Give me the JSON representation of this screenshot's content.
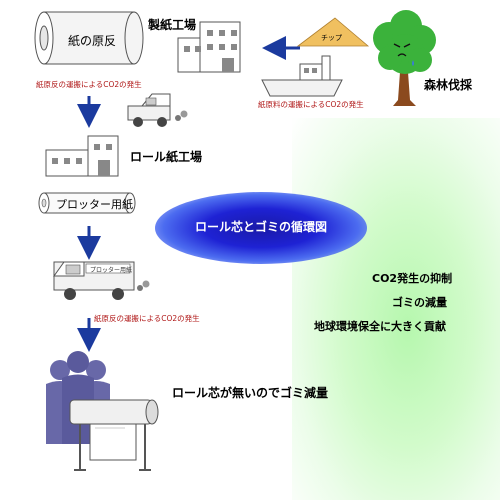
{
  "labels": {
    "raw_paper": "紙の原反",
    "paper_factory": "製紙工場",
    "chip": "チップ",
    "logging": "森林伐採",
    "transport_raw_paper": "紙原反の運搬によるCO2の発生",
    "transport_raw_material": "紙原料の運搬によるCO2の発生",
    "roll_paper_factory": "ロール紙工場",
    "plotter_paper": "プロッター用紙",
    "truck_cargo": "プロッター用紙",
    "transport_paper": "紙原反の運搬によるCO2の発生",
    "no_core": "ロール芯が無いのでゴミ減量"
  },
  "center": {
    "title": "ロール芯とゴミの循環図"
  },
  "benefits": {
    "co2": "CO2発生の抑制",
    "waste": "ゴミの減量",
    "environment": "地球環境保全に大きく貢献"
  },
  "colors": {
    "arrow": "#1b3a9e",
    "red_text": "#b01818",
    "glow_blue": "#1e22d4",
    "glow_green": "#b6f7ae",
    "tree_green": "#3bb23b",
    "trunk_brown": "#8b4a1e",
    "people_purple": "#6868a8",
    "chip_sand": "#f0c060"
  }
}
